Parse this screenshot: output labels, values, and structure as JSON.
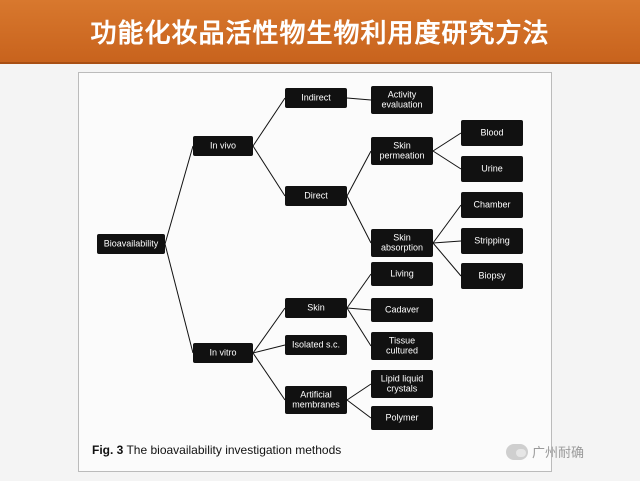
{
  "slide": {
    "title": "功能化妆品活性物生物利用度研究方法"
  },
  "figure": {
    "caption_label": "Fig. 3",
    "caption_text": "The bioavailability investigation methods",
    "watermark": "广州耐确"
  },
  "nodes": [
    {
      "id": "root",
      "lines": [
        "Bioavailability"
      ]
    },
    {
      "id": "invivo",
      "lines": [
        "In vivo"
      ]
    },
    {
      "id": "invitro",
      "lines": [
        "In vitro"
      ]
    },
    {
      "id": "indirect",
      "lines": [
        "Indirect"
      ]
    },
    {
      "id": "direct",
      "lines": [
        "Direct"
      ]
    },
    {
      "id": "activity",
      "lines": [
        "Activity",
        "evaluation"
      ]
    },
    {
      "id": "skinperm",
      "lines": [
        "Skin",
        "permeation"
      ]
    },
    {
      "id": "skinabs",
      "lines": [
        "Skin",
        "absorption"
      ]
    },
    {
      "id": "blood",
      "lines": [
        "Blood"
      ]
    },
    {
      "id": "urine",
      "lines": [
        "Urine"
      ]
    },
    {
      "id": "chamber",
      "lines": [
        "Chamber"
      ]
    },
    {
      "id": "stripping",
      "lines": [
        "Stripping"
      ]
    },
    {
      "id": "biopsy",
      "lines": [
        "Biopsy"
      ]
    },
    {
      "id": "skin",
      "lines": [
        "Skin"
      ]
    },
    {
      "id": "isolated",
      "lines": [
        "Isolated s.c."
      ]
    },
    {
      "id": "artificial",
      "lines": [
        "Artificial",
        "membranes"
      ]
    },
    {
      "id": "living",
      "lines": [
        "Living"
      ]
    },
    {
      "id": "cadaver",
      "lines": [
        "Cadaver"
      ]
    },
    {
      "id": "tissue",
      "lines": [
        "Tissue",
        "cultured"
      ]
    },
    {
      "id": "lipid",
      "lines": [
        "Lipid liquid",
        "crystals"
      ]
    },
    {
      "id": "polymer",
      "lines": [
        "Polymer"
      ]
    }
  ],
  "edges": [
    [
      "root",
      "invivo"
    ],
    [
      "root",
      "invitro"
    ],
    [
      "invivo",
      "indirect"
    ],
    [
      "invivo",
      "direct"
    ],
    [
      "indirect",
      "activity"
    ],
    [
      "direct",
      "skinperm"
    ],
    [
      "direct",
      "skinabs"
    ],
    [
      "skinperm",
      "blood"
    ],
    [
      "skinperm",
      "urine"
    ],
    [
      "skinabs",
      "chamber"
    ],
    [
      "skinabs",
      "stripping"
    ],
    [
      "skinabs",
      "biopsy"
    ],
    [
      "invitro",
      "skin"
    ],
    [
      "invitro",
      "isolated"
    ],
    [
      "invitro",
      "artificial"
    ],
    [
      "skin",
      "living"
    ],
    [
      "skin",
      "cadaver"
    ],
    [
      "skin",
      "tissue"
    ],
    [
      "artificial",
      "lipid"
    ],
    [
      "artificial",
      "polymer"
    ]
  ]
}
